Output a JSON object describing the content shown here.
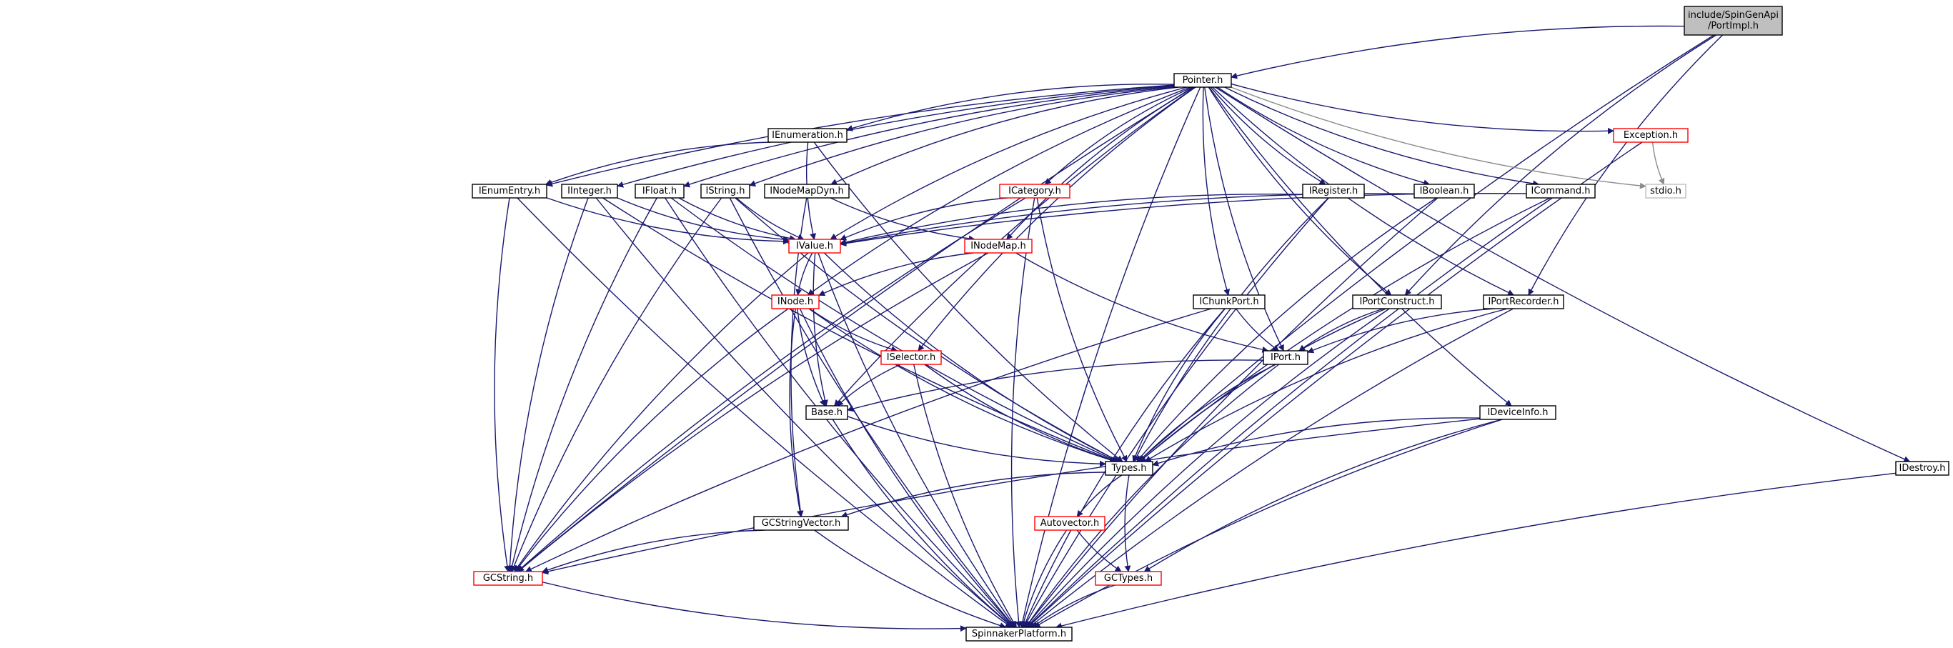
{
  "colors": {
    "edge": "#191970",
    "edge_system": "#8c8c8c",
    "border_normal": "#000000",
    "border_truncated": "#ff0000",
    "border_system": "#bfbfbf",
    "root_fill": "#bfbfbf",
    "node_fill": "#ffffff"
  },
  "nodes": [
    {
      "id": "root",
      "label": "include/SpinGenApi\n/PortImpl.h",
      "kind": "root"
    },
    {
      "id": "pointer",
      "label": "Pointer.h",
      "kind": "normal"
    },
    {
      "id": "ienumeration",
      "label": "IEnumeration.h",
      "kind": "normal"
    },
    {
      "id": "exception",
      "label": "Exception.h",
      "kind": "truncated"
    },
    {
      "id": "stdio",
      "label": "stdio.h",
      "kind": "system"
    },
    {
      "id": "ienumentry",
      "label": "IEnumEntry.h",
      "kind": "normal"
    },
    {
      "id": "iinteger",
      "label": "IInteger.h",
      "kind": "normal"
    },
    {
      "id": "ifloat",
      "label": "IFloat.h",
      "kind": "normal"
    },
    {
      "id": "istring",
      "label": "IString.h",
      "kind": "normal"
    },
    {
      "id": "inodemapdyn",
      "label": "INodeMapDyn.h",
      "kind": "normal"
    },
    {
      "id": "icategory",
      "label": "ICategory.h",
      "kind": "truncated"
    },
    {
      "id": "iregister",
      "label": "IRegister.h",
      "kind": "normal"
    },
    {
      "id": "iboolean",
      "label": "IBoolean.h",
      "kind": "normal"
    },
    {
      "id": "icommand",
      "label": "ICommand.h",
      "kind": "normal"
    },
    {
      "id": "ivalue",
      "label": "IValue.h",
      "kind": "truncated"
    },
    {
      "id": "inodemap",
      "label": "INodeMap.h",
      "kind": "truncated"
    },
    {
      "id": "inode",
      "label": "INode.h",
      "kind": "truncated"
    },
    {
      "id": "ichunkport",
      "label": "IChunkPort.h",
      "kind": "normal"
    },
    {
      "id": "iportconstruct",
      "label": "IPortConstruct.h",
      "kind": "normal"
    },
    {
      "id": "iportrecorder",
      "label": "IPortRecorder.h",
      "kind": "normal"
    },
    {
      "id": "iselector",
      "label": "ISelector.h",
      "kind": "truncated"
    },
    {
      "id": "iport",
      "label": "IPort.h",
      "kind": "normal"
    },
    {
      "id": "base",
      "label": "Base.h",
      "kind": "normal"
    },
    {
      "id": "ideviceinfo",
      "label": "IDeviceInfo.h",
      "kind": "normal"
    },
    {
      "id": "types",
      "label": "Types.h",
      "kind": "normal"
    },
    {
      "id": "idestroy",
      "label": "IDestroy.h",
      "kind": "normal"
    },
    {
      "id": "gcstringvector",
      "label": "GCStringVector.h",
      "kind": "normal"
    },
    {
      "id": "autovector",
      "label": "Autovector.h",
      "kind": "truncated"
    },
    {
      "id": "gcstring",
      "label": "GCString.h",
      "kind": "truncated"
    },
    {
      "id": "gctypes",
      "label": "GCTypes.h",
      "kind": "truncated"
    },
    {
      "id": "spinnakerplatform",
      "label": "SpinnakerPlatform.h",
      "kind": "normal"
    }
  ],
  "edges": [
    [
      "root",
      "pointer"
    ],
    [
      "root",
      "types"
    ],
    [
      "root",
      "iportconstruct"
    ],
    [
      "root",
      "iportrecorder"
    ],
    [
      "pointer",
      "ienumeration"
    ],
    [
      "pointer",
      "exception"
    ],
    [
      "pointer",
      "stdio"
    ],
    [
      "pointer",
      "ienumentry"
    ],
    [
      "pointer",
      "iinteger"
    ],
    [
      "pointer",
      "ifloat"
    ],
    [
      "pointer",
      "istring"
    ],
    [
      "pointer",
      "inodemapdyn"
    ],
    [
      "pointer",
      "icategory"
    ],
    [
      "pointer",
      "iregister"
    ],
    [
      "pointer",
      "iboolean"
    ],
    [
      "pointer",
      "icommand"
    ],
    [
      "pointer",
      "ivalue"
    ],
    [
      "pointer",
      "inodemap"
    ],
    [
      "pointer",
      "inode"
    ],
    [
      "pointer",
      "ichunkport"
    ],
    [
      "pointer",
      "iportconstruct"
    ],
    [
      "pointer",
      "iportrecorder"
    ],
    [
      "pointer",
      "iselector"
    ],
    [
      "pointer",
      "iport"
    ],
    [
      "pointer",
      "base"
    ],
    [
      "pointer",
      "ideviceinfo"
    ],
    [
      "pointer",
      "idestroy"
    ],
    [
      "pointer",
      "gcstring"
    ],
    [
      "pointer",
      "spinnakerplatform"
    ],
    [
      "ienumeration",
      "ienumentry"
    ],
    [
      "ienumeration",
      "ivalue"
    ],
    [
      "ienumeration",
      "types"
    ],
    [
      "exception",
      "stdio"
    ],
    [
      "exception",
      "spinnakerplatform"
    ],
    [
      "ienumentry",
      "ivalue"
    ],
    [
      "ienumentry",
      "gcstring"
    ],
    [
      "ienumentry",
      "spinnakerplatform"
    ],
    [
      "iinteger",
      "ivalue"
    ],
    [
      "iinteger",
      "types"
    ],
    [
      "iinteger",
      "gcstring"
    ],
    [
      "iinteger",
      "spinnakerplatform"
    ],
    [
      "ifloat",
      "ivalue"
    ],
    [
      "ifloat",
      "types"
    ],
    [
      "ifloat",
      "gcstring"
    ],
    [
      "ifloat",
      "spinnakerplatform"
    ],
    [
      "istring",
      "ivalue"
    ],
    [
      "istring",
      "types"
    ],
    [
      "istring",
      "gcstring"
    ],
    [
      "istring",
      "spinnakerplatform"
    ],
    [
      "inodemapdyn",
      "inodemap"
    ],
    [
      "inodemapdyn",
      "gcstringvector"
    ],
    [
      "icategory",
      "ivalue"
    ],
    [
      "icategory",
      "types"
    ],
    [
      "icategory",
      "gcstring"
    ],
    [
      "icategory",
      "spinnakerplatform"
    ],
    [
      "iregister",
      "ivalue"
    ],
    [
      "iregister",
      "types"
    ],
    [
      "iregister",
      "spinnakerplatform"
    ],
    [
      "iboolean",
      "ivalue"
    ],
    [
      "iboolean",
      "types"
    ],
    [
      "iboolean",
      "spinnakerplatform"
    ],
    [
      "icommand",
      "ivalue"
    ],
    [
      "icommand",
      "types"
    ],
    [
      "icommand",
      "spinnakerplatform"
    ],
    [
      "ivalue",
      "inode"
    ],
    [
      "ivalue",
      "base"
    ],
    [
      "ivalue",
      "types"
    ],
    [
      "ivalue",
      "gcstring"
    ],
    [
      "ivalue",
      "spinnakerplatform"
    ],
    [
      "inodemap",
      "inode"
    ],
    [
      "inodemap",
      "iport"
    ],
    [
      "inodemap",
      "gcstring"
    ],
    [
      "inode",
      "iselector"
    ],
    [
      "inode",
      "base"
    ],
    [
      "inode",
      "types"
    ],
    [
      "inode",
      "gcstring"
    ],
    [
      "inode",
      "gcstringvector"
    ],
    [
      "inode",
      "spinnakerplatform"
    ],
    [
      "ichunkport",
      "iport"
    ],
    [
      "ichunkport",
      "types"
    ],
    [
      "ichunkport",
      "gcstring"
    ],
    [
      "ichunkport",
      "spinnakerplatform"
    ],
    [
      "iportconstruct",
      "iport"
    ],
    [
      "iportconstruct",
      "types"
    ],
    [
      "iportconstruct",
      "spinnakerplatform"
    ],
    [
      "iportrecorder",
      "iport"
    ],
    [
      "iportrecorder",
      "types"
    ],
    [
      "iportrecorder",
      "spinnakerplatform"
    ],
    [
      "iselector",
      "base"
    ],
    [
      "iselector",
      "types"
    ],
    [
      "iselector",
      "spinnakerplatform"
    ],
    [
      "iport",
      "base"
    ],
    [
      "iport",
      "types"
    ],
    [
      "iport",
      "spinnakerplatform"
    ],
    [
      "base",
      "types"
    ],
    [
      "base",
      "spinnakerplatform"
    ],
    [
      "ideviceinfo",
      "types"
    ],
    [
      "ideviceinfo",
      "gcstring"
    ],
    [
      "ideviceinfo",
      "gctypes"
    ],
    [
      "ideviceinfo",
      "spinnakerplatform"
    ],
    [
      "types",
      "gcstringvector"
    ],
    [
      "types",
      "autovector"
    ],
    [
      "types",
      "gctypes"
    ],
    [
      "idestroy",
      "spinnakerplatform"
    ],
    [
      "gcstringvector",
      "gcstring"
    ],
    [
      "gcstringvector",
      "spinnakerplatform"
    ],
    [
      "autovector",
      "gctypes"
    ],
    [
      "autovector",
      "spinnakerplatform"
    ],
    [
      "gcstring",
      "spinnakerplatform"
    ],
    [
      "gctypes",
      "spinnakerplatform"
    ]
  ]
}
